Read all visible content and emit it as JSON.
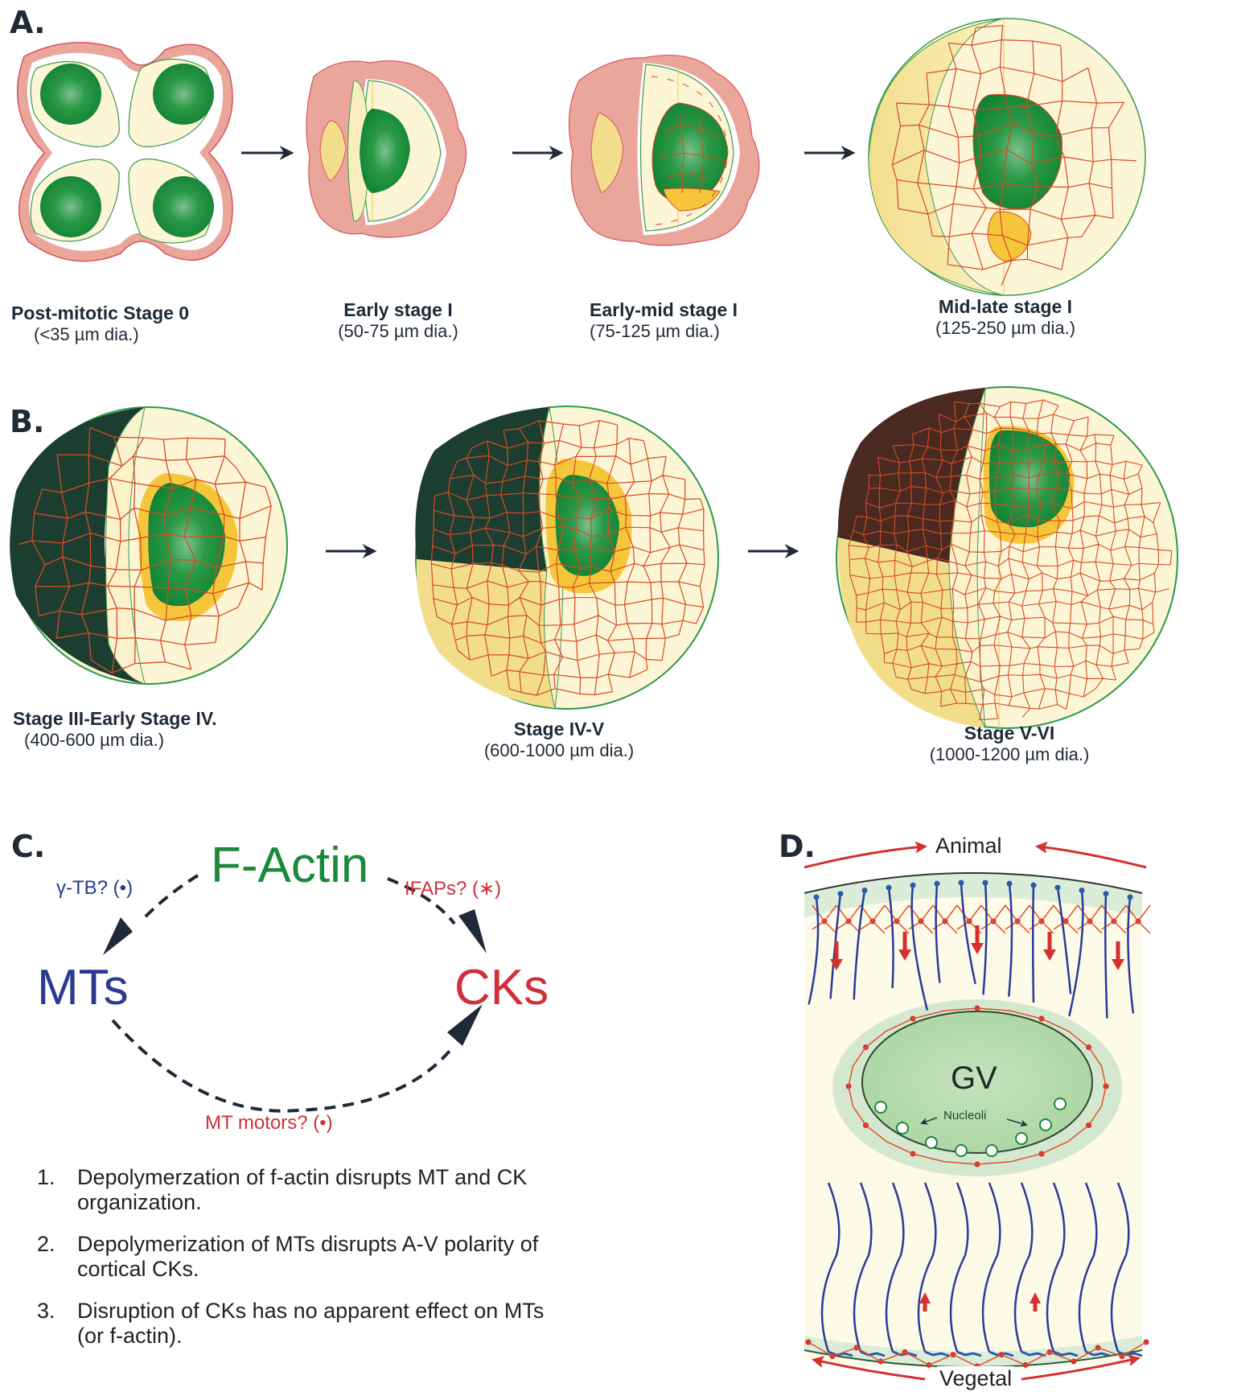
{
  "figure": {
    "panels": {
      "A": {
        "letter": "A.",
        "stages": [
          {
            "title": "Post-mitotic Stage 0",
            "size": "(<35 µm dia.)"
          },
          {
            "title": "Early stage I",
            "size": "(50-75 µm dia.)"
          },
          {
            "title": "Early-mid stage I",
            "size": "(75-125 µm dia.)"
          },
          {
            "title": "Mid-late stage I",
            "size": "(125-250 µm dia.)"
          }
        ]
      },
      "B": {
        "letter": "B.",
        "stages": [
          {
            "title": "Stage III-Early Stage IV.",
            "size": "(400-600 µm dia.)"
          },
          {
            "title": "Stage IV-V",
            "size": "(600-1000 µm dia.)"
          },
          {
            "title": "Stage V-VI",
            "size": "(1000-1200 µm dia.)"
          }
        ]
      },
      "C": {
        "letter": "C.",
        "nodes": {
          "factin": "F-Actin",
          "mts": "MTs",
          "cks": "CKs"
        },
        "edges": {
          "factin_to_mts": "γ-TB? (•)",
          "factin_to_cks": "IFAPs? (∗)",
          "mts_to_cks": "MT motors? (•)"
        },
        "findings": [
          {
            "num": "1.",
            "text": "Depolymerzation of f-actin disrupts MT and CK organization."
          },
          {
            "num": "2.",
            "text": "Depolymerization of MTs disrupts A-V polarity of cortical CKs."
          },
          {
            "num": "3.",
            "text": "Disruption of CKs has no apparent effect on MTs (or f-actin)."
          }
        ]
      },
      "D": {
        "letter": "D.",
        "animal_label": "Animal",
        "vegetal_label": "Vegetal",
        "gv_label": "GV",
        "nucleoli_label": "Nucleoli"
      }
    },
    "colors": {
      "dark_navy": "#1e2a38",
      "nucleus_green": "#148a3a",
      "cytoplasm_cream": "#fdf6d6",
      "follicle_pink": "#e8a098",
      "ck_red": "#d64a24",
      "mt_blue": "#2a3a9a",
      "factin_green": "#1a8a3a",
      "ck_label_red": "#d0303a",
      "mts_label_blue": "#2a3a8e",
      "gv_green": "#b8dcb0",
      "mitochondrial_yellow": "#f6c63a"
    }
  }
}
